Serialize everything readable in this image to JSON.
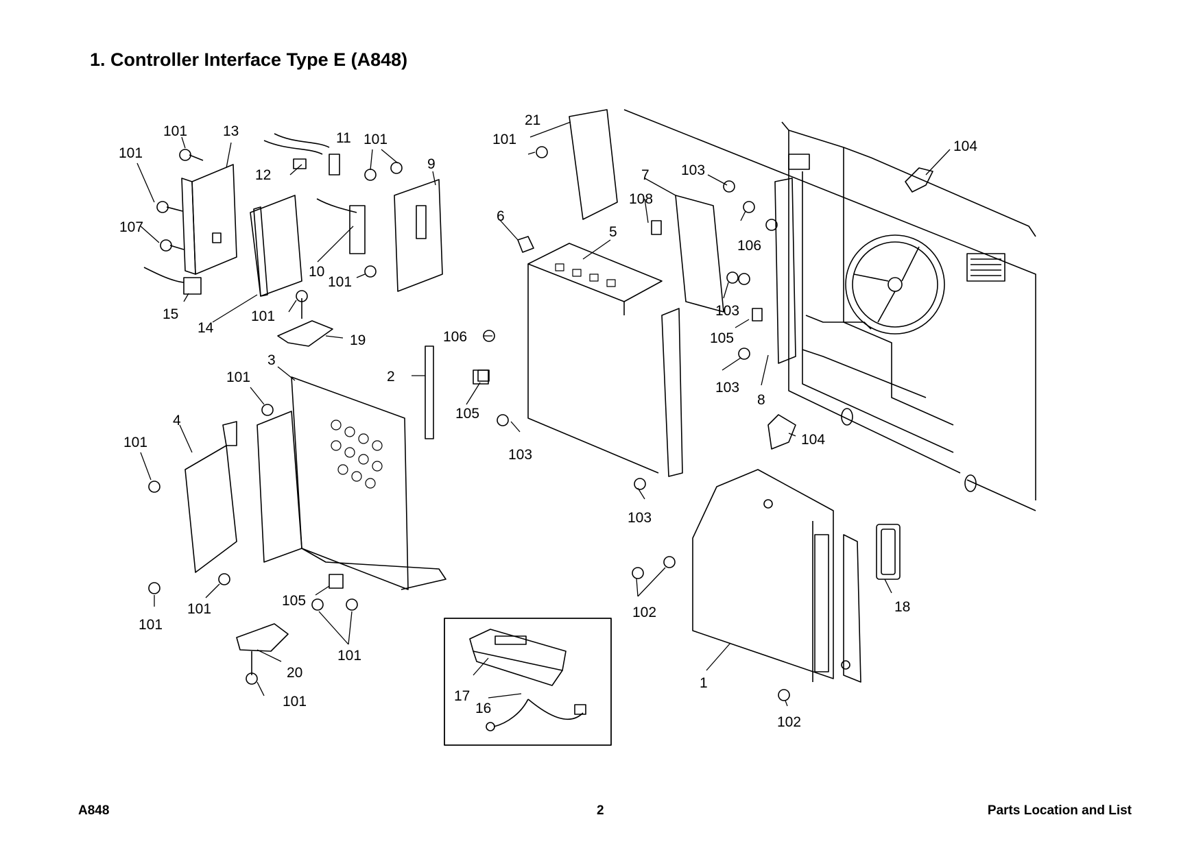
{
  "title": "1. Controller Interface Type E (A848)",
  "footer": {
    "left": "A848",
    "center": "2",
    "right": "Parts Location and List"
  },
  "callouts": [
    "101",
    "13",
    "101",
    "107",
    "15",
    "14",
    "11",
    "12",
    "101",
    "9",
    "10",
    "101",
    "101",
    "19",
    "3",
    "101",
    "4",
    "101",
    "101",
    "101",
    "105",
    "101",
    "20",
    "101",
    "2",
    "6",
    "106",
    "105",
    "103",
    "103",
    "21",
    "101",
    "5",
    "7",
    "103",
    "108",
    "106",
    "103",
    "105",
    "103",
    "8",
    "104",
    "104",
    "102",
    "102",
    "1",
    "18",
    "17",
    "16"
  ]
}
